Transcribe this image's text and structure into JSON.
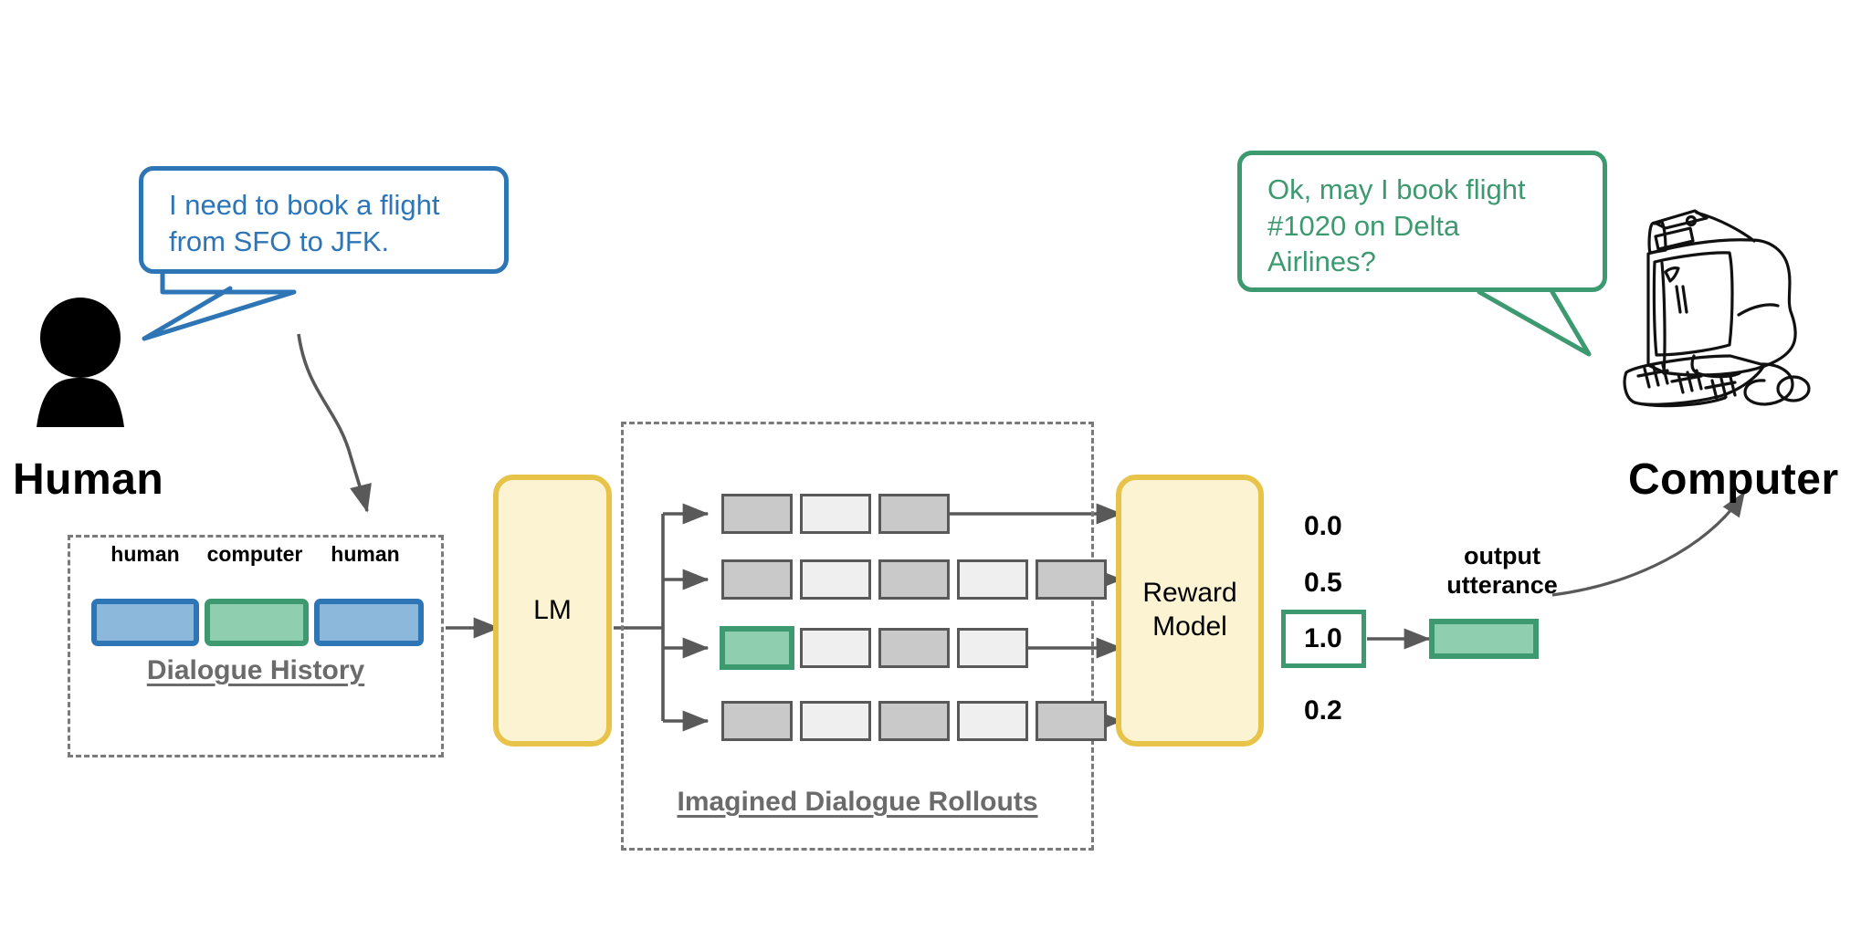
{
  "actors": {
    "human": {
      "label": "Human",
      "icon": "person-icon"
    },
    "computer": {
      "label": "Computer",
      "icon": "desktop-computer-icon"
    }
  },
  "bubbles": {
    "human": {
      "text": "I need to book a flight\nfrom SFO to JFK.",
      "color": "#2E75B6"
    },
    "computer": {
      "text": "Ok, may I book flight\n#1020 on Delta\nAirlines?",
      "color": "#3D9970"
    }
  },
  "dialogue_history": {
    "title": "Dialogue History",
    "turns": [
      {
        "speaker": "human",
        "label": "human"
      },
      {
        "speaker": "computer",
        "label": "computer"
      },
      {
        "speaker": "human",
        "label": "human"
      }
    ]
  },
  "lm": {
    "label": "LM"
  },
  "rollouts": {
    "title": "Imagined Dialogue Rollouts",
    "rows": [
      {
        "cells": [
          "dark",
          "light",
          "dark"
        ],
        "selected": false
      },
      {
        "cells": [
          "dark",
          "light",
          "dark",
          "light",
          "dark"
        ],
        "selected": false
      },
      {
        "cells": [
          "green",
          "light",
          "dark",
          "light"
        ],
        "selected": true
      },
      {
        "cells": [
          "dark",
          "light",
          "dark",
          "light",
          "dark"
        ],
        "selected": false
      }
    ]
  },
  "reward_model": {
    "label": "Reward\nModel"
  },
  "scores": {
    "values": [
      "0.0",
      "0.5",
      "1.0",
      "0.2"
    ],
    "selected_index": 2,
    "selected_value": "1.0",
    "highlight_color": "#3D9970"
  },
  "output": {
    "label": "output\nutterance",
    "chip_color": "#8FCFB0"
  },
  "palette": {
    "blue": "#2E75B6",
    "blue_fill": "#8CB8DB",
    "green": "#3D9970",
    "green_fill": "#8FCFB0",
    "yellow_border": "#E8C34A",
    "yellow_fill": "#FCF3D3",
    "cell_dark": "#C9C9C9",
    "cell_light": "#EFEFEF",
    "stroke": "#595959",
    "dashed": "#7a7a7a"
  }
}
